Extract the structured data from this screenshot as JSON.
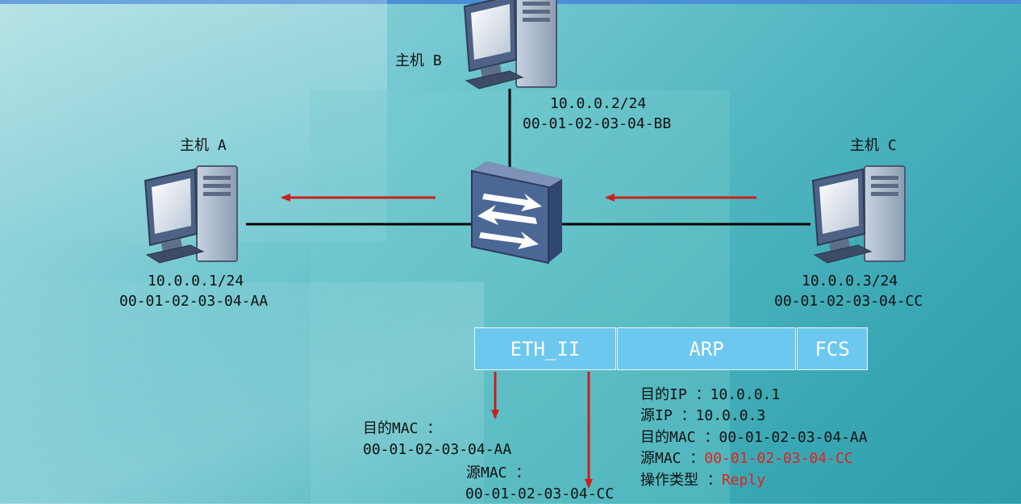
{
  "hosts": {
    "a": {
      "name": "主机 A",
      "ip": "10.0.0.1/24",
      "mac": "00-01-02-03-04-AA"
    },
    "b": {
      "name": "主机 B",
      "ip": "10.0.0.2/24",
      "mac": "00-01-02-03-04-BB"
    },
    "c": {
      "name": "主机 C",
      "ip": "10.0.0.3/24",
      "mac": "00-01-02-03-04-CC"
    }
  },
  "packet": {
    "segments": [
      "ETH_II",
      "ARP",
      "FCS"
    ],
    "eth": {
      "dst_label": "目的MAC ：",
      "dst_value": "00-01-02-03-04-AA",
      "src_label": "源MAC ：",
      "src_value": "00-01-02-03-04-CC"
    },
    "arp": {
      "dst_ip_label": "目的IP ：",
      "dst_ip_value": "10.0.0.1",
      "src_ip_label": "源IP ：",
      "src_ip_value": "10.0.0.3",
      "dst_mac_label": "目的MAC ：",
      "dst_mac_value": "00-01-02-03-04-AA",
      "src_mac_label": "源MAC ：",
      "src_mac_value": "00-01-02-03-04-CC",
      "op_label": "操作类型 ：",
      "op_value": "Reply"
    }
  },
  "colors": {
    "accent_red": "#e0221e",
    "packet_blue": "#6cc8ee",
    "switch_blue": "#3f5b8a"
  },
  "icons": {
    "host": "computer-icon",
    "switch": "switch-icon"
  }
}
